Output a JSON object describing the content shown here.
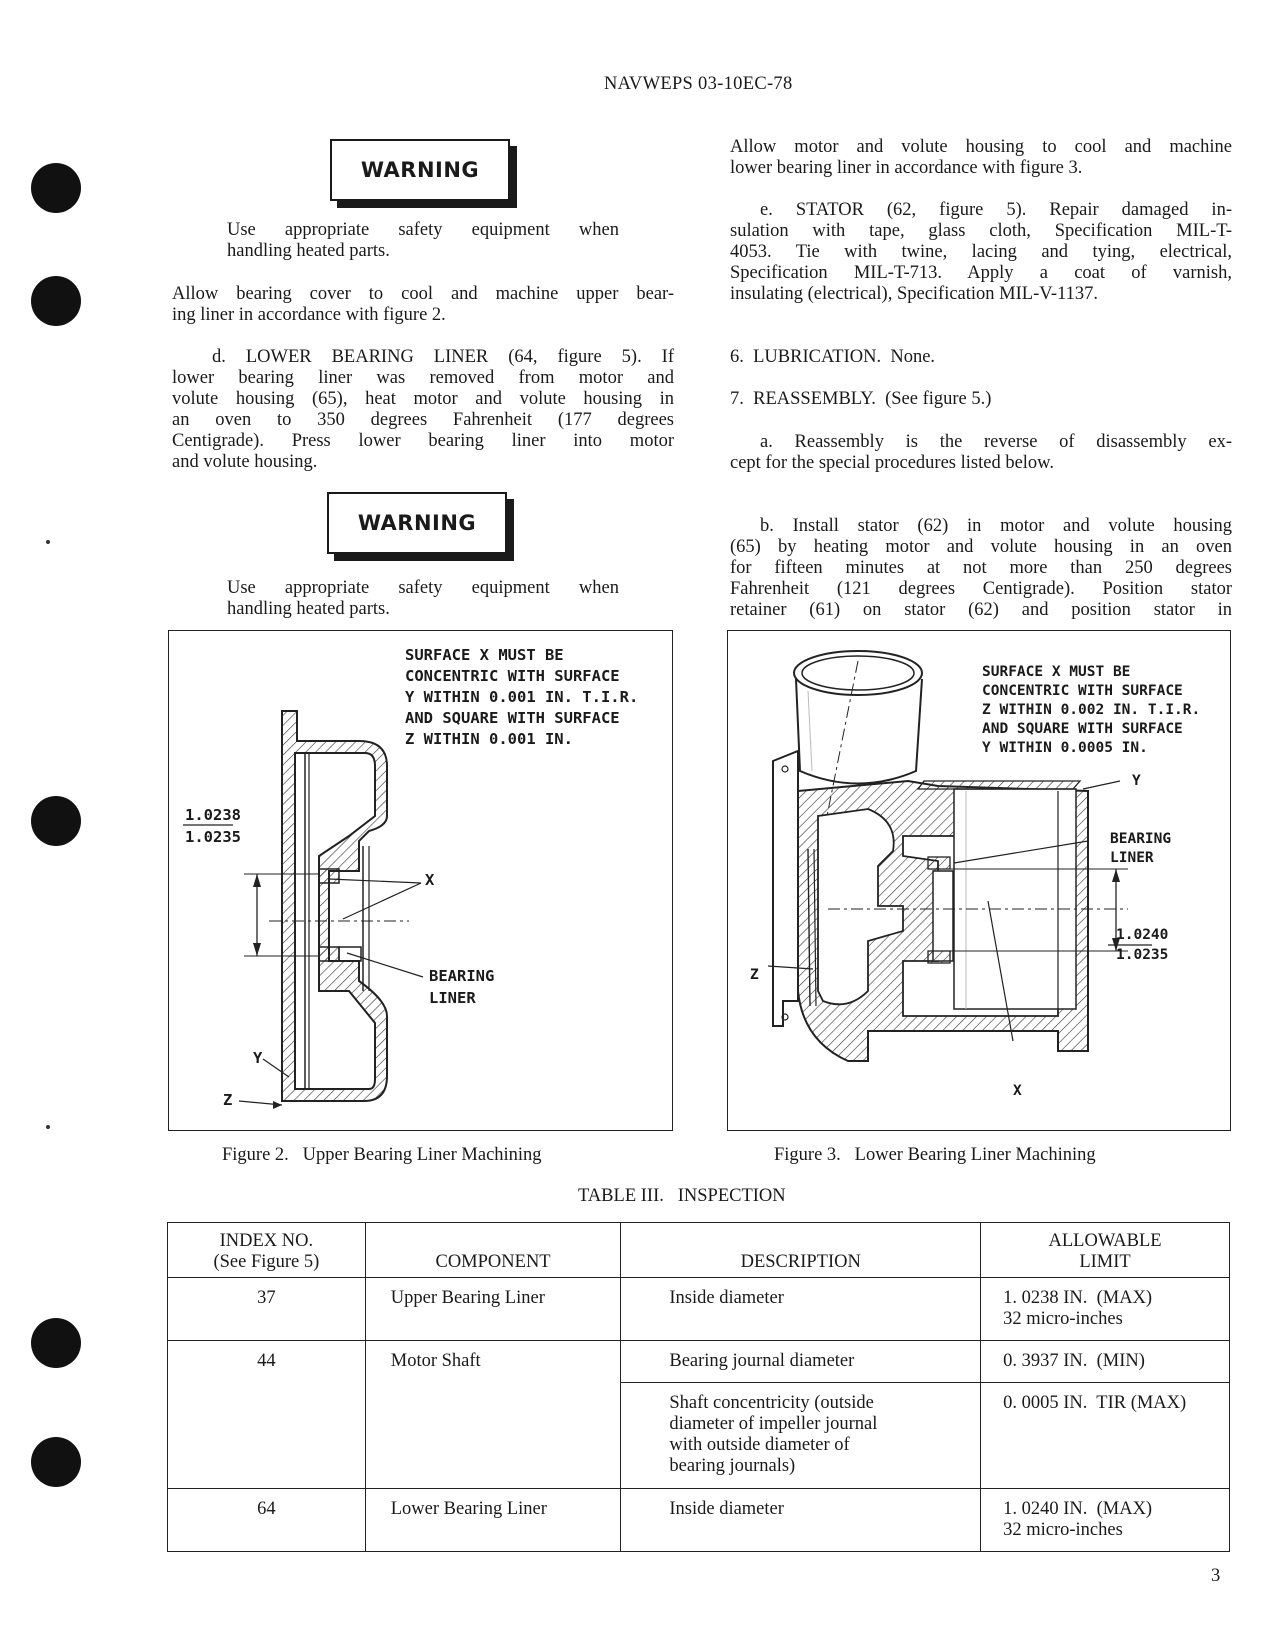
{
  "header": {
    "doc_number": "NAVWEPS 03-10EC-78"
  },
  "left_column": {
    "warning1": {
      "label": "WARNING",
      "text_lines": [
        "Use appropriate safety equipment when",
        "handling heated parts."
      ]
    },
    "para_allow_upper": [
      "Allow bearing cover to cool and machine upper bear-",
      "ing liner in accordance with figure 2."
    ],
    "para_d": [
      "d.  LOWER BEARING LINER (64, figure 5).  If",
      "lower bearing liner was removed from motor and",
      "volute housing (65), heat motor and volute housing in",
      "an oven to 350 degrees Fahrenheit (177 degrees",
      "Centigrade).  Press lower bearing liner into motor",
      "and volute housing."
    ],
    "warning2": {
      "label": "WARNING",
      "text_lines": [
        "Use appropriate safety equipment when",
        "handling heated parts."
      ]
    }
  },
  "right_column": {
    "para_allow_lower": [
      "Allow motor and volute housing to cool and machine",
      "lower bearing liner in accordance with figure 3."
    ],
    "para_e": [
      "e.  STATOR (62, figure 5).  Repair damaged in-",
      "sulation with tape, glass cloth, Specification MIL-T-",
      "4053.  Tie with twine, lacing and tying, electrical,",
      "Specification MIL-T-713.  Apply a coat of varnish,",
      "insulating (electrical), Specification MIL-V-1137."
    ],
    "para_6": "6.  LUBRICATION.  None.",
    "para_7": "7.  REASSEMBLY.  (See figure 5.)",
    "para_a": [
      "a.  Reassembly is the reverse of disassembly ex-",
      "cept for the special procedures listed below."
    ],
    "para_b": [
      "b.  Install stator (62) in motor and volute housing",
      "(65) by heating motor and volute housing in an oven",
      "for fifteen minutes at not more than 250 degrees",
      "Fahrenheit (121 degrees Centigrade).  Position stator",
      "retainer (61) on stator (62) and position stator in"
    ]
  },
  "figure2": {
    "note_lines": [
      "SURFACE X MUST BE",
      "CONCENTRIC WITH SURFACE",
      "Y WITHIN 0.001 IN. T.I.R.",
      "AND SQUARE WITH SURFACE",
      "Z WITHIN 0.001 IN."
    ],
    "dim_top": "1.0238",
    "dim_bottom": "1.0235",
    "label_x": "X",
    "label_bearing": "BEARING",
    "label_liner": "LINER",
    "label_y": "Y",
    "label_z": "Z",
    "caption": "Figure 2.   Upper Bearing Liner Machining"
  },
  "figure3": {
    "note_lines": [
      "SURFACE X MUST BE",
      "CONCENTRIC WITH SURFACE",
      "Z WITHIN 0.002 IN. T.I.R.",
      "AND SQUARE WITH SURFACE",
      "Y WITHIN 0.0005 IN."
    ],
    "label_y": "Y",
    "label_bearing": "BEARING",
    "label_liner": "LINER",
    "dim_top": "1.0240",
    "dim_bottom": "1.0235",
    "label_z": "Z",
    "label_x": "X",
    "caption": "Figure 3.   Lower Bearing Liner Machining"
  },
  "table": {
    "title": "TABLE III.   INSPECTION",
    "headers": {
      "index_line1": "INDEX NO.",
      "index_line2": "(See Figure 5)",
      "component": "COMPONENT",
      "description": "DESCRIPTION",
      "limit_line1": "ALLOWABLE",
      "limit_line2": "LIMIT"
    },
    "rows": [
      {
        "index": "37",
        "component": "Upper Bearing Liner",
        "description": "Inside diameter",
        "limit": [
          "1. 0238 IN.  (MAX)",
          "32 micro-inches"
        ]
      },
      {
        "index": "44",
        "component": "Motor Shaft",
        "description": "Bearing journal diameter",
        "limit": [
          "0. 3937 IN.  (MIN)"
        ]
      },
      {
        "index": "",
        "component": "",
        "description": [
          "Shaft concentricity (outside",
          "diameter of impeller journal",
          "with outside diameter of",
          "bearing journals)"
        ],
        "limit": [
          "0. 0005 IN.  TIR (MAX)"
        ]
      },
      {
        "index": "64",
        "component": "Lower Bearing Liner",
        "description": "Inside diameter",
        "limit": [
          "1. 0240 IN.  (MAX)",
          "32 micro-inches"
        ]
      }
    ]
  },
  "page_number": "3"
}
